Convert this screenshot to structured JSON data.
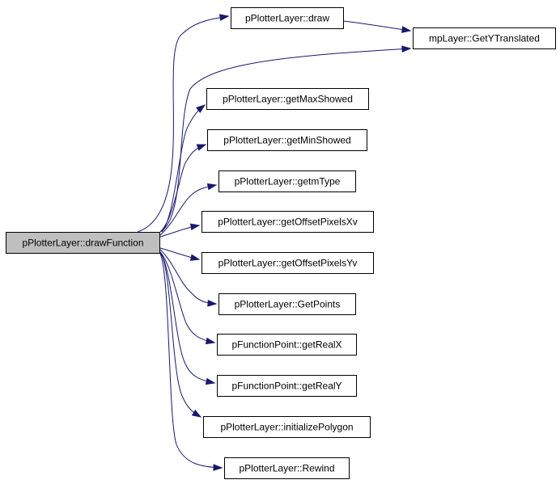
{
  "graph": {
    "root": "pPlotterLayer::drawFunction",
    "nodes": [
      {
        "id": "drawFunction",
        "label": "pPlotterLayer::drawFunction",
        "highlighted": true
      },
      {
        "id": "draw",
        "label": "pPlotterLayer::draw"
      },
      {
        "id": "GetYTranslated",
        "label": "mpLayer::GetYTranslated"
      },
      {
        "id": "getMaxShowed",
        "label": "pPlotterLayer::getMaxShowed"
      },
      {
        "id": "getMinShowed",
        "label": "pPlotterLayer::getMinShowed"
      },
      {
        "id": "getmType",
        "label": "pPlotterLayer::getmType"
      },
      {
        "id": "getOffsetPixelsXv",
        "label": "pPlotterLayer::getOffsetPixelsXv"
      },
      {
        "id": "getOffsetPixelsYv",
        "label": "pPlotterLayer::getOffsetPixelsYv"
      },
      {
        "id": "GetPoints",
        "label": "pPlotterLayer::GetPoints"
      },
      {
        "id": "getRealX",
        "label": "pFunctionPoint::getRealX"
      },
      {
        "id": "getRealY",
        "label": "pFunctionPoint::getRealY"
      },
      {
        "id": "initializePolygon",
        "label": "pPlotterLayer::initializePolygon"
      },
      {
        "id": "Rewind",
        "label": "pPlotterLayer::Rewind"
      }
    ],
    "edges": [
      {
        "from": "drawFunction",
        "to": "draw"
      },
      {
        "from": "drawFunction",
        "to": "GetYTranslated"
      },
      {
        "from": "drawFunction",
        "to": "getMaxShowed"
      },
      {
        "from": "drawFunction",
        "to": "getMinShowed"
      },
      {
        "from": "drawFunction",
        "to": "getmType"
      },
      {
        "from": "drawFunction",
        "to": "getOffsetPixelsXv"
      },
      {
        "from": "drawFunction",
        "to": "getOffsetPixelsYv"
      },
      {
        "from": "drawFunction",
        "to": "GetPoints"
      },
      {
        "from": "drawFunction",
        "to": "getRealX"
      },
      {
        "from": "drawFunction",
        "to": "getRealY"
      },
      {
        "from": "drawFunction",
        "to": "initializePolygon"
      },
      {
        "from": "drawFunction",
        "to": "Rewind"
      },
      {
        "from": "draw",
        "to": "GetYTranslated"
      }
    ],
    "colors": {
      "edge": "#191970",
      "root_fill": "#bfbfbf",
      "node_fill": "#ffffff",
      "border": "#000000"
    }
  }
}
